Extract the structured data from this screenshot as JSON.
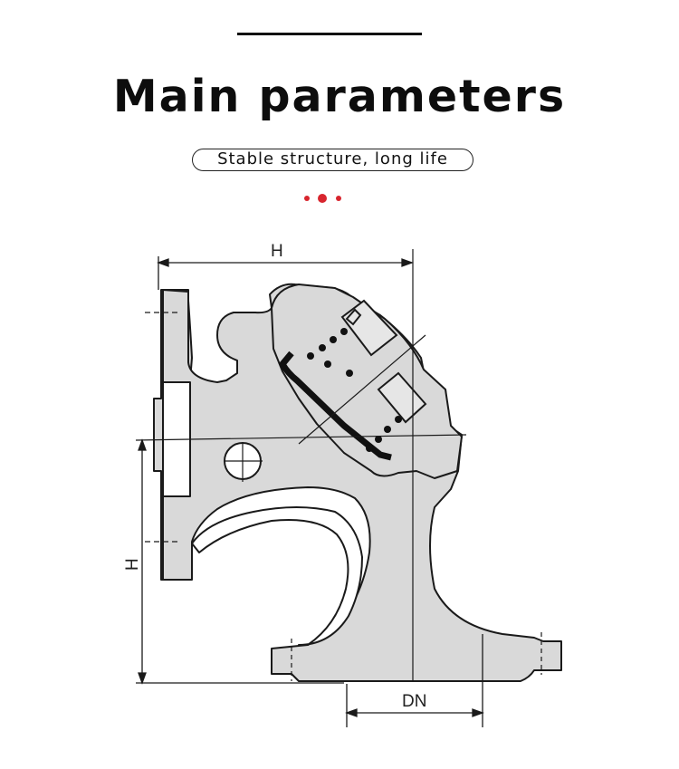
{
  "header": {
    "title": "Main parameters",
    "subtitle": "Stable structure, long life"
  },
  "colors": {
    "accent_dots": "#d8252e",
    "body_fill": "#d9d9d9",
    "outline": "#1a1a1a"
  },
  "diagram": {
    "label_h_top": "H",
    "label_h_side": "H",
    "label_dn": "DN"
  }
}
